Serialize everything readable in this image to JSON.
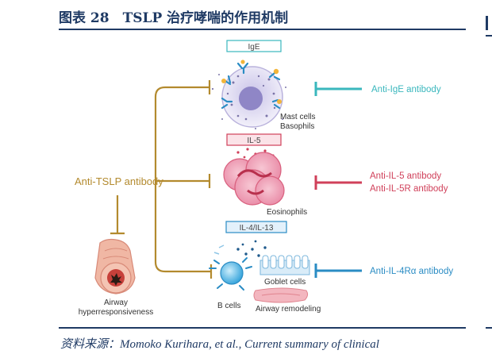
{
  "figure": {
    "title": "图表 28　TSLP 治疗哮喘的作用机制",
    "source": "资料来源：Momoko Kurihara, et al., Current summary of clinical"
  },
  "diagram": {
    "main_antibody": "Anti-TSLP antibody",
    "mediators": [
      "IgE",
      "IL-5",
      "IL-4/IL-13"
    ],
    "cells": {
      "mast_cells": "Mast cells",
      "basophils": "Basophils",
      "eosinophils": "Eosinophils",
      "goblet_cells": "Goblet cells",
      "b_cells": "B cells",
      "airway_remodeling": "Airway remodeling"
    },
    "airway_label_line1": "Airway",
    "airway_label_line2": "hyperresponsiveness",
    "antibodies": {
      "anti_ige": "Anti-IgE antibody",
      "anti_il5": "Anti-IL-5 antibody",
      "anti_il5r": "Anti-IL-5R antibody",
      "anti_il4ra": "Anti-IL-4Rα antibody"
    }
  },
  "colors": {
    "brand_navy": "#1f3a64",
    "tslp_gold": "#b38a2e",
    "ige_teal": "#3ab7bd",
    "il5_red": "#d0405a",
    "il4_blue": "#2a8cc4"
  }
}
